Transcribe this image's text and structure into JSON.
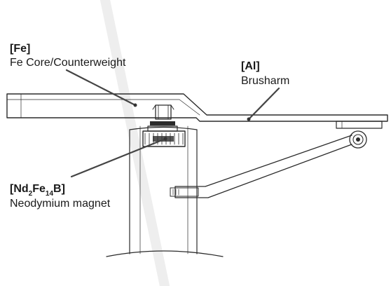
{
  "labels": {
    "fe": {
      "symbol": "[Fe]",
      "description": "Fe Core/Counterweight"
    },
    "al": {
      "symbol": "[Al]",
      "description": "Brusharm"
    },
    "nd": {
      "symbol_parts": {
        "open": "[Nd",
        "sub1": "2",
        "fe": "Fe",
        "sub2": "14",
        "close": "B]"
      },
      "description": "Neodymium magnet"
    }
  },
  "colors": {
    "line": "#2b2b2b",
    "text": "#1a1a1a",
    "background": "#ffffff"
  }
}
